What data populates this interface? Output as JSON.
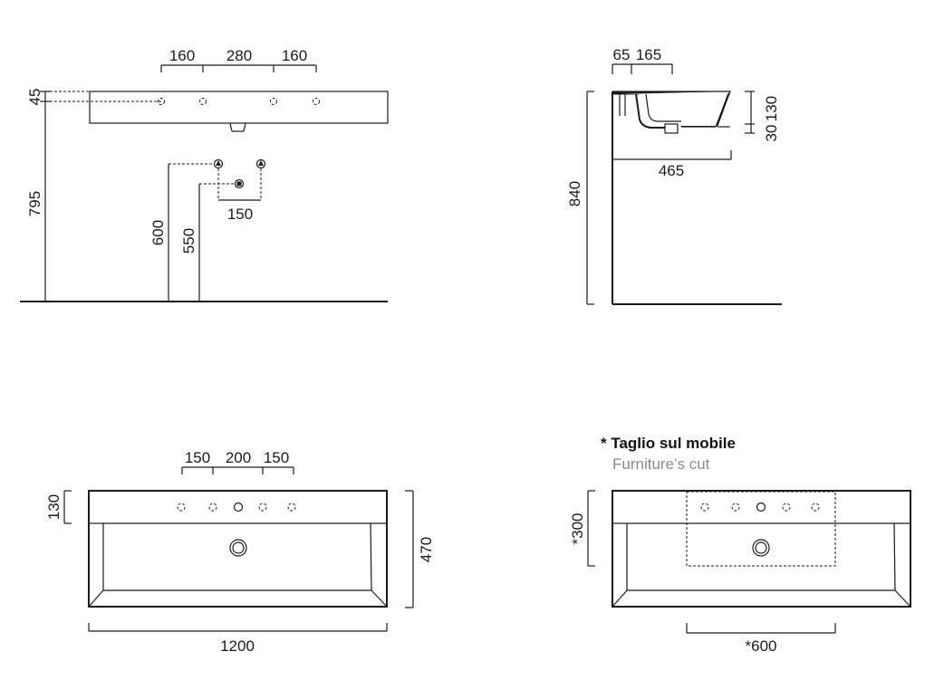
{
  "front_view": {
    "top_dims": [
      "160",
      "280",
      "160"
    ],
    "left_top": "45",
    "left_height": "795",
    "supply_600": "600",
    "supply_550": "550",
    "supply_150": "150"
  },
  "side_view": {
    "top_dims": [
      "65",
      "165"
    ],
    "right_dims": [
      "130",
      "30"
    ],
    "depth": "465",
    "height": "840"
  },
  "plan_view": {
    "top_dims": [
      "150",
      "200",
      "150"
    ],
    "left": "130",
    "right": "470",
    "bottom": "1200"
  },
  "cut_view": {
    "note_it": "* Taglio sul mobile",
    "note_en": "Furniture’s cut",
    "left": "*300",
    "bottom": "*600"
  }
}
